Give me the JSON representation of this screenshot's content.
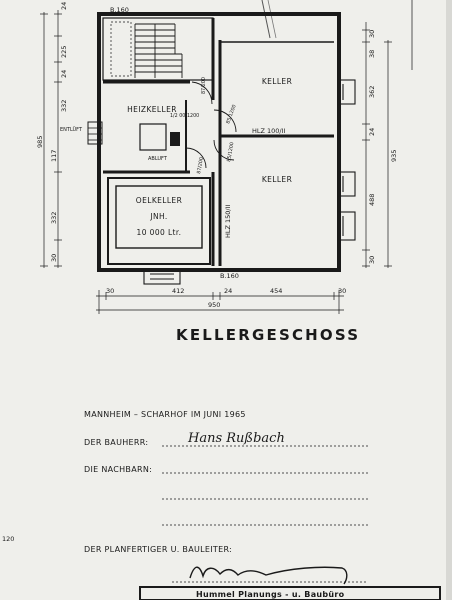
{
  "plan": {
    "rooms": {
      "keller_top": "KELLER",
      "keller_bottom": "KELLER",
      "heizkeller": "HEIZKELLER",
      "oelkeller_line1": "OELKELLER",
      "oelkeller_line2": "JNH.",
      "oelkeller_line3": "10 000 Ltr."
    },
    "labels": {
      "b160_top": "B.160",
      "b160_bottom": "B.160",
      "hlz100": "HLZ 100/II",
      "hlz150": "HLZ 150/II",
      "rauch_left": "ENTLÜFT",
      "rauch_mid": "ABLUFT",
      "door_1": "1/2 00/1200",
      "door_2": "87/200",
      "door_3": "85/1200",
      "door_4": "85/1200",
      "door_5": "87/200"
    },
    "dims_left": [
      "24",
      "225",
      "24",
      "332",
      "985",
      "117",
      "332",
      "30"
    ],
    "dims_right": [
      "30",
      "38",
      "362",
      "24",
      "935",
      "488",
      "30"
    ],
    "dims_bottom": [
      "30",
      "412",
      "24",
      "454",
      "30"
    ],
    "dim_total": "950",
    "title": "KELLERGESCHOSS"
  },
  "form": {
    "location_line": "MANNHEIM – SCHARHOF IM JUNI 1965",
    "bauherr_label": "DER BAUHERR:",
    "bauherr_signature": "Hans Rußbach",
    "nachbarn_label": "DIE NACHBARN:",
    "planfertiger_label": "DER PLANFERTIGER  U.  BAULEITER:",
    "stamp_text": "Hummel   Planungs - u. Baubüro",
    "margin_number": "120"
  }
}
